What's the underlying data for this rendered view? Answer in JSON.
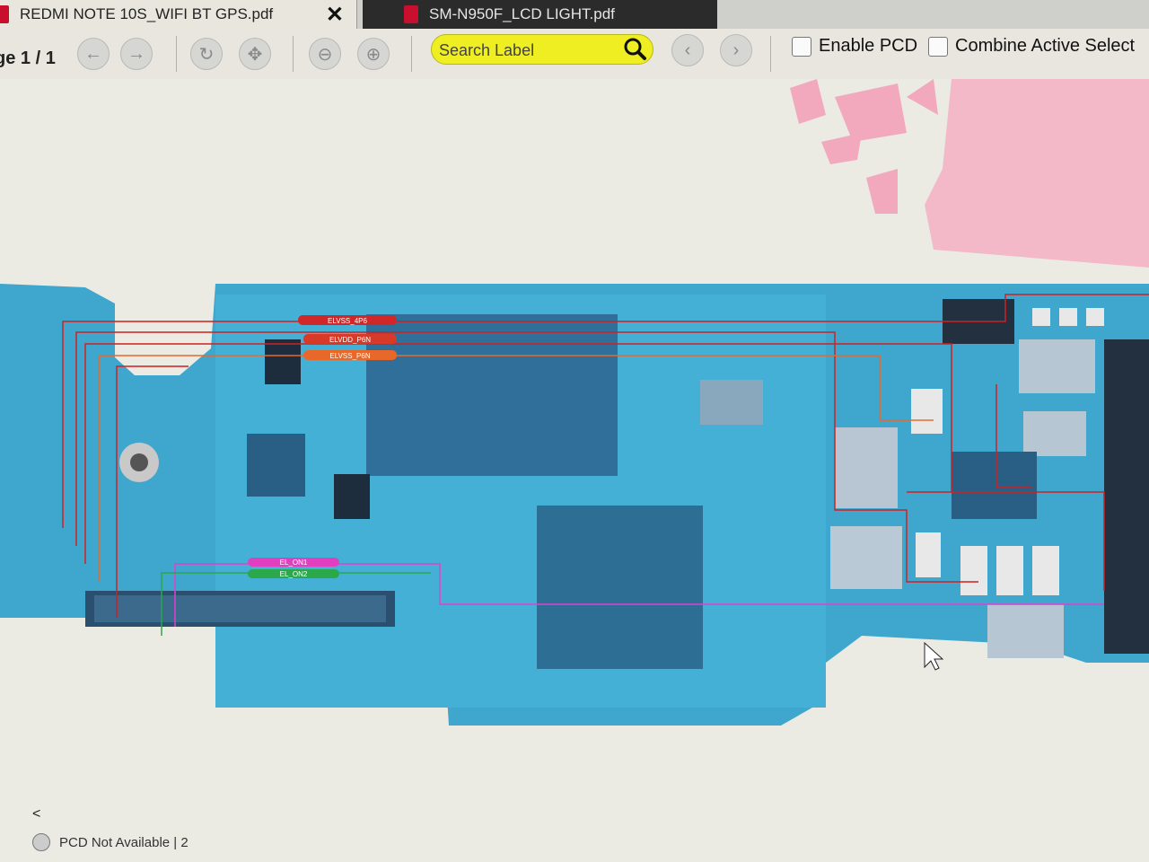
{
  "tabs": [
    {
      "label": "REDMI NOTE 10S_WIFI BT GPS.pdf",
      "close": "✕"
    },
    {
      "label": "SM-N950F_LCD LIGHT.pdf"
    }
  ],
  "toolbar": {
    "page_indicator": "ge 1 / 1",
    "search_placeholder": "Search Label",
    "enable_pcd_label": "Enable PCD",
    "combine_label": "Combine Active Select"
  },
  "board": {
    "net_labels": [
      "ELVSS_4P6",
      "ELVDD_P6N",
      "ELVSS_P6N",
      "EL_ON1",
      "EL_ON2"
    ]
  },
  "status": {
    "text": "PCD Not Available | 2",
    "scroll_hint": "<"
  },
  "colors": {
    "pcb": "#3fa6cd",
    "search_bg": "#eeee22",
    "trace_red": "#d02020",
    "trace_magenta": "#e040d0",
    "trace_orange": "#e86a2a"
  }
}
